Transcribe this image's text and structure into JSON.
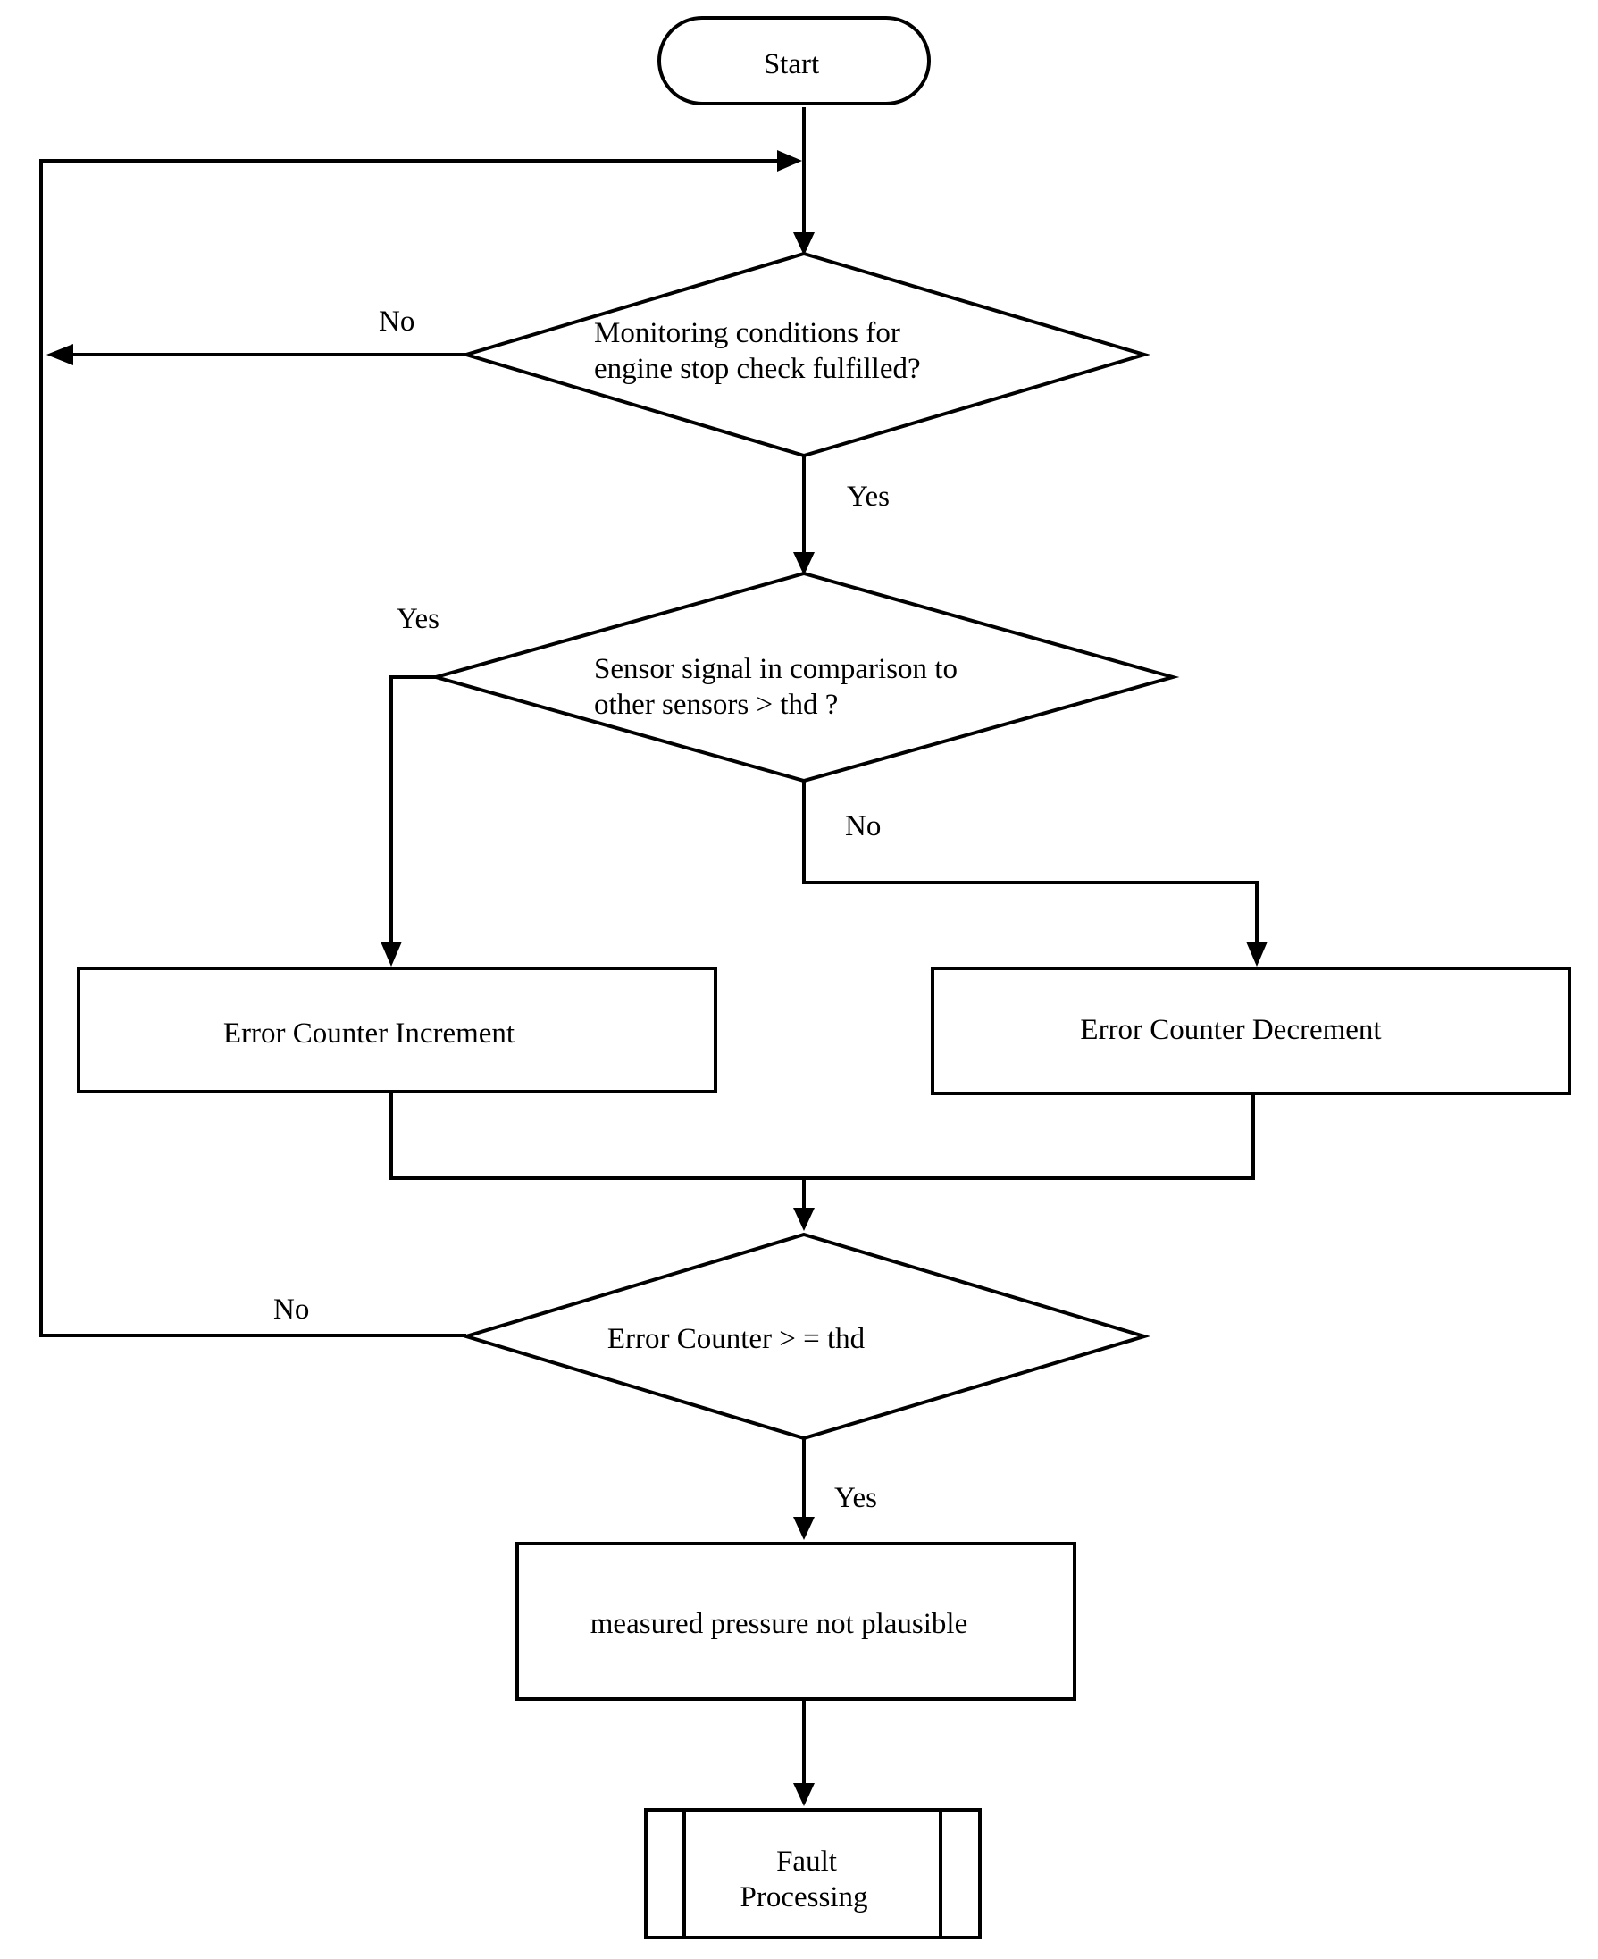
{
  "flowchart": {
    "start": "Start",
    "decision1": {
      "line1": "Monitoring  conditions for",
      "line2": "engine stop check fulfilled?",
      "no_label": "No",
      "yes_label": "Yes"
    },
    "decision2": {
      "line1": "Sensor signal in comparison to",
      "line2": "other sensors > thd ?",
      "yes_label": "Yes",
      "no_label": "No"
    },
    "increment": "Error Counter Increment",
    "decrement": "Error Counter Decrement",
    "decision3": {
      "text": "Error Counter > = thd",
      "no_label": "No",
      "yes_label": "Yes"
    },
    "result": "measured pressure not plausible",
    "fault": {
      "line1": "Fault",
      "line2": "Processing"
    }
  },
  "colors": {
    "stroke": "#000000",
    "background": "#ffffff"
  }
}
